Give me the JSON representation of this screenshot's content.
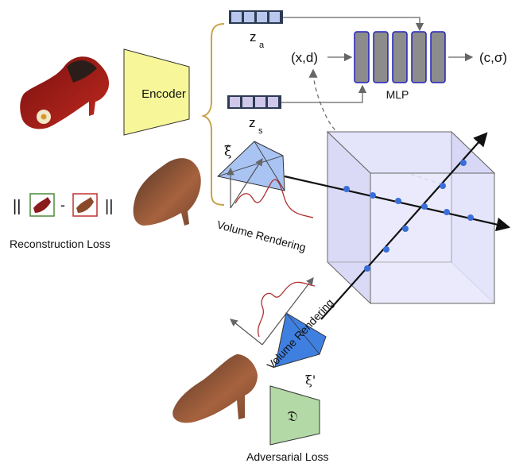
{
  "labels": {
    "encoder": "Encoder",
    "z_a_main": "z",
    "z_a_sub": "a",
    "z_s_main": "z",
    "z_s_sub": "s",
    "mlp": "MLP",
    "mlp_input": "(x,d)",
    "mlp_output": "(c,σ)",
    "xi_hat": "ξ̂",
    "xi_prime": "ξ'",
    "volume_rendering_top": "Volume Rendering",
    "volume_rendering_bottom": "Volume Rendering",
    "norm_left": "||",
    "minus": "-",
    "norm_right": "||",
    "reconstruction_loss": "Reconstruction Loss",
    "discriminator": "𝔇",
    "adversarial_loss": "Adversarial Loss"
  },
  "colors": {
    "encoder_fill": "#f7f79a",
    "latent_fill": "#c8c8f0",
    "latent_a_fill": "#b9c6ee",
    "latent_s_fill": "#cfc8ea",
    "mlp_block_fill": "#8c8c8c",
    "mlp_block_stroke": "#2222bb",
    "bracket": "#c9a24a",
    "cube_fill": "#dcdcf7",
    "camera_top_fill": "#a9c3f2",
    "camera_bottom_fill": "#3f7fe0",
    "discriminator_fill": "#b3d9a6",
    "ray_point": "#3a6fd8",
    "density_curve": "#b03030"
  }
}
